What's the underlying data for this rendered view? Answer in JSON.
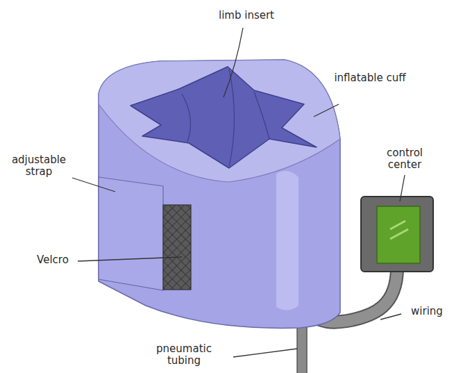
{
  "diagram": {
    "labels": [
      "limb insert",
      "inflatable cuff",
      "adjustable strap",
      "control center",
      "Velcro",
      "wiring",
      "pneumatic tubing"
    ]
  }
}
